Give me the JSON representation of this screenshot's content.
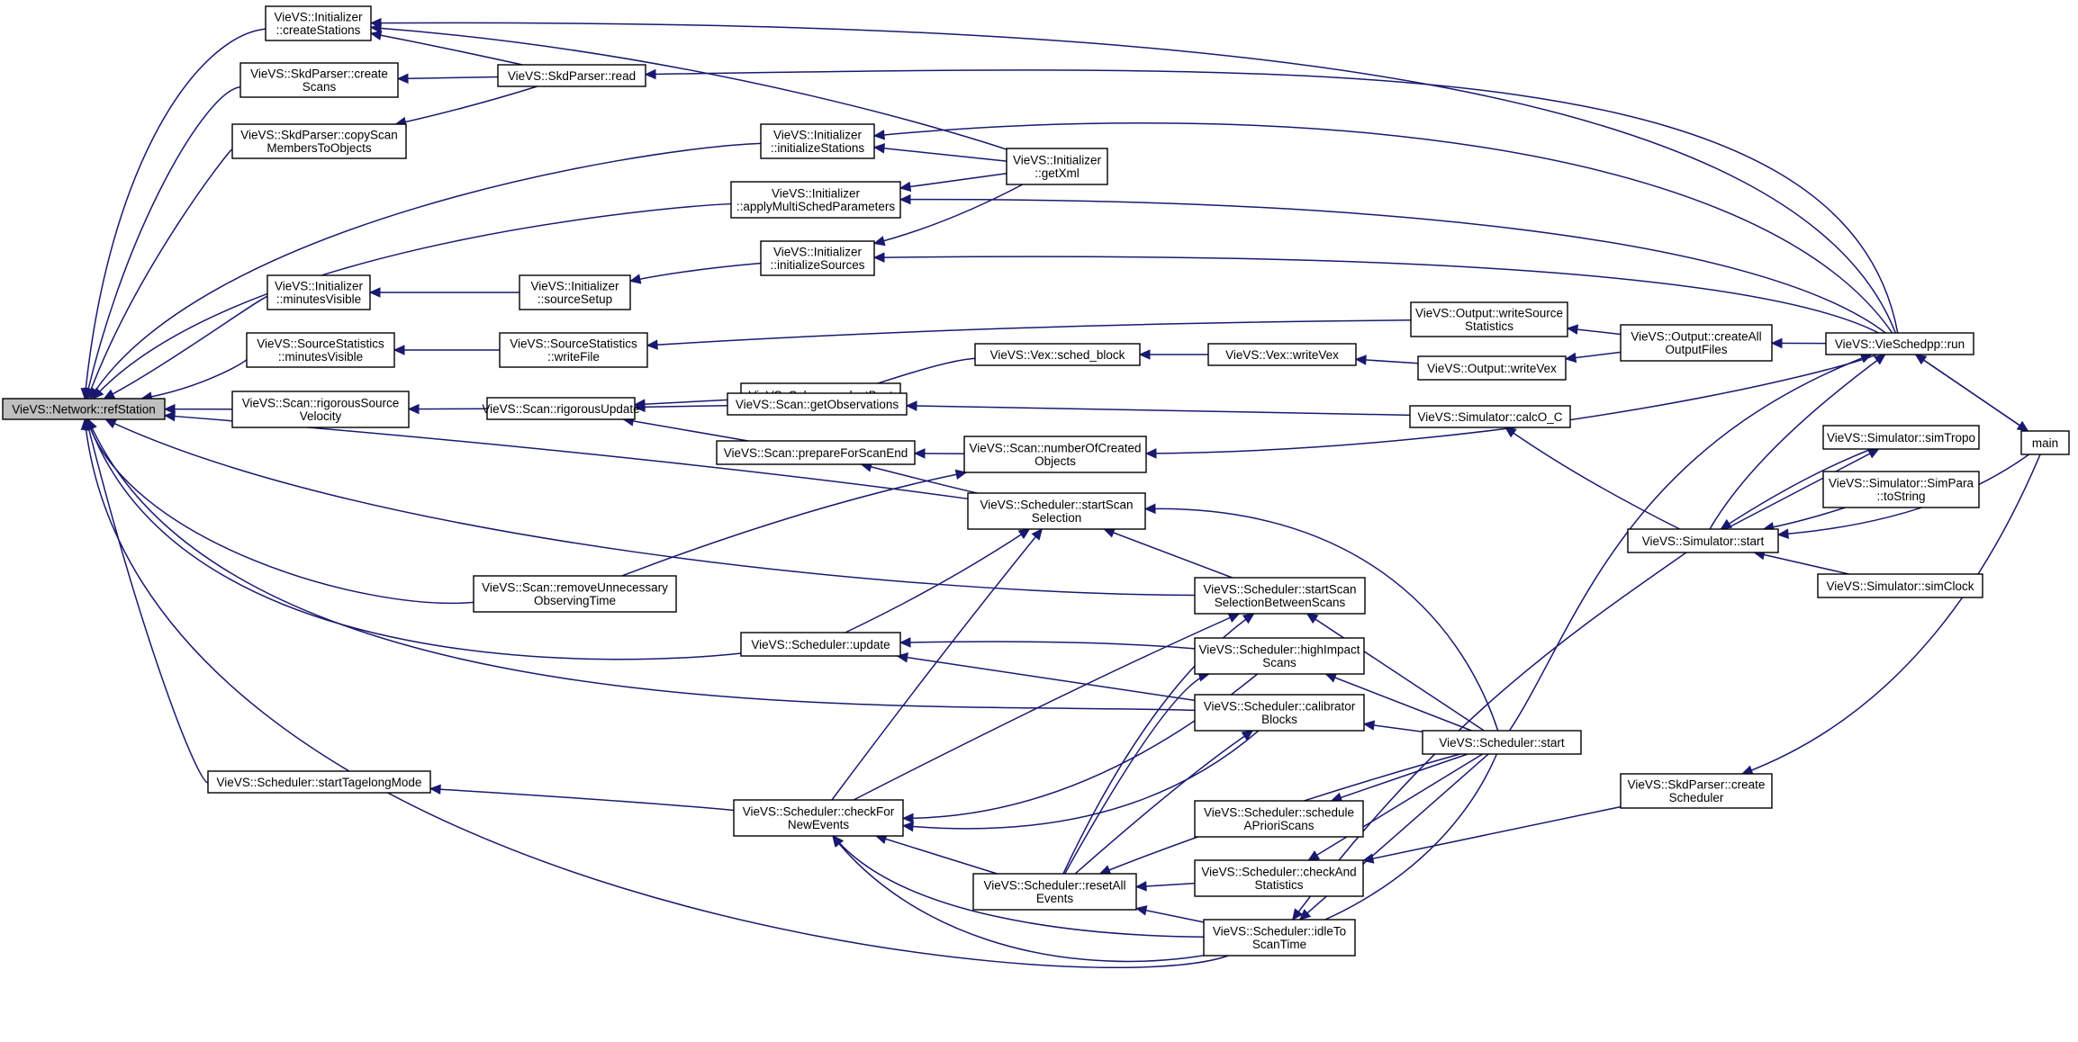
{
  "graph": {
    "colors": {
      "edge": "#191970",
      "node_border": "#000000",
      "node_fill": "#ffffff",
      "root_fill": "#bfbfbf"
    },
    "nodes": {
      "refStation": [
        "VieVS::Network::refStation"
      ],
      "createStations": [
        "VieVS::Initializer",
        "::createStations"
      ],
      "skdCreateScans": [
        "VieVS::SkdParser::create",
        "Scans"
      ],
      "copyScan": [
        "VieVS::SkdParser::copyScan",
        "MembersToObjects"
      ],
      "skdRead": [
        "VieVS::SkdParser::read"
      ],
      "initStations": [
        "VieVS::Initializer",
        "::initializeStations"
      ],
      "getXml": [
        "VieVS::Initializer",
        "::getXml"
      ],
      "applyMulti": [
        "VieVS::Initializer",
        "::applyMultiSchedParameters"
      ],
      "initSources": [
        "VieVS::Initializer",
        "::initializeSources"
      ],
      "minutesVisibleInit": [
        "VieVS::Initializer",
        "::minutesVisible"
      ],
      "sourceSetup": [
        "VieVS::Initializer",
        "::sourceSetup"
      ],
      "ssMinutesVisible": [
        "VieVS::SourceStatistics",
        "::minutesVisible"
      ],
      "ssWriteFile": [
        "VieVS::SourceStatistics",
        "::writeFile"
      ],
      "outWriteSourceStats": [
        "VieVS::Output::writeSource",
        "Statistics"
      ],
      "outCreateAll": [
        "VieVS::Output::createAll",
        "OutputFiles"
      ],
      "vieRun": [
        "VieVS::VieSchedpp::run"
      ],
      "main": [
        "main"
      ],
      "subconSelectBest": [
        "VieVS::Subcon::selectBest"
      ],
      "vexSchedBlock": [
        "VieVS::Vex::sched_block"
      ],
      "vexWriteVex": [
        "VieVS::Vex::writeVex"
      ],
      "outWriteVex": [
        "VieVS::Output::writeVex"
      ],
      "rigSourceVel": [
        "VieVS::Scan::rigorousSource",
        "Velocity"
      ],
      "rigUpdate": [
        "VieVS::Scan::rigorousUpdate"
      ],
      "getObs": [
        "VieVS::Scan::getObservations"
      ],
      "calcOC": [
        "VieVS::Simulator::calcO_C"
      ],
      "prepEnd": [
        "VieVS::Scan::prepareForScanEnd"
      ],
      "numCreated": [
        "VieVS::Scan::numberOfCreated",
        "Objects"
      ],
      "simTropo": [
        "VieVS::Simulator::simTropo"
      ],
      "simParaToString": [
        "VieVS::Simulator::SimPara",
        "::toString"
      ],
      "simStart": [
        "VieVS::Simulator::start"
      ],
      "simClock": [
        "VieVS::Simulator::simClock"
      ],
      "startScanSel": [
        "VieVS::Scheduler::startScan",
        "Selection"
      ],
      "removeUnnec": [
        "VieVS::Scan::removeUnnecessary",
        "ObservingTime"
      ],
      "startScanSelBetween": [
        "VieVS::Scheduler::startScan",
        "SelectionBetweenScans"
      ],
      "schedUpdate": [
        "VieVS::Scheduler::update"
      ],
      "highImpact": [
        "VieVS::Scheduler::highImpact",
        "Scans"
      ],
      "calibBlocks": [
        "VieVS::Scheduler::calibrator",
        "Blocks"
      ],
      "schedStart": [
        "VieVS::Scheduler::start"
      ],
      "tagalong": [
        "VieVS::Scheduler::startTagelongMode"
      ],
      "checkForNew": [
        "VieVS::Scheduler::checkFor",
        "NewEvents"
      ],
      "schedApriori": [
        "VieVS::Scheduler::schedule",
        "APrioriScans"
      ],
      "skdCreateSched": [
        "VieVS::SkdParser::create",
        "Scheduler"
      ],
      "resetAll": [
        "VieVS::Scheduler::resetAll",
        "Events"
      ],
      "checkAndStats": [
        "VieVS::Scheduler::checkAnd",
        "Statistics"
      ],
      "idleTo": [
        "VieVS::Scheduler::idleTo",
        "ScanTime"
      ]
    }
  }
}
